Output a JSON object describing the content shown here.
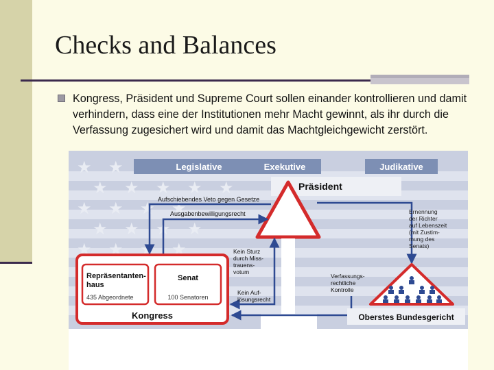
{
  "slide": {
    "title": "Checks and Balances",
    "bullet": "Kongress, Präsident und Supreme Court sollen einander kontrollieren und damit verhindern, dass eine der Institutionen mehr Macht gewinnt, als ihr durch die Verfassung zugesichert wird und damit das Machtgleichgewicht zerstört."
  },
  "diagram": {
    "headers": {
      "legislative": "Legislative",
      "executive": "Exekutive",
      "judicative": "Judikative"
    },
    "president": "Präsident",
    "veto": "Aufschiebendes Veto gegen Gesetze",
    "budget": "Ausgabenbewilligungsrecht",
    "appointment": [
      "Ernennung",
      "der Richter",
      "auf Lebenszeit",
      "(mit Zustim-",
      "mung des",
      "Senats)"
    ],
    "no_overthrow": [
      "Kein Sturz",
      "durch Miss-",
      "trauens-",
      "votum"
    ],
    "no_dissolution": [
      "Kein Auf-",
      "lösungsrecht"
    ],
    "constitutional_control": [
      "Verfassungs-",
      "rechtliche",
      "Kontrolle"
    ],
    "house": {
      "name": [
        "Repräsentanten-",
        "haus"
      ],
      "members": "435 Abgeordnete"
    },
    "senate": {
      "name": "Senat",
      "members": "100 Senatoren"
    },
    "congress": "Kongress",
    "supreme_court": "Oberstes Bundesgericht"
  },
  "colors": {
    "accent_red": "#d42b2b",
    "header_blue": "#7d8fb4",
    "arrow_blue": "#2e4a92"
  }
}
